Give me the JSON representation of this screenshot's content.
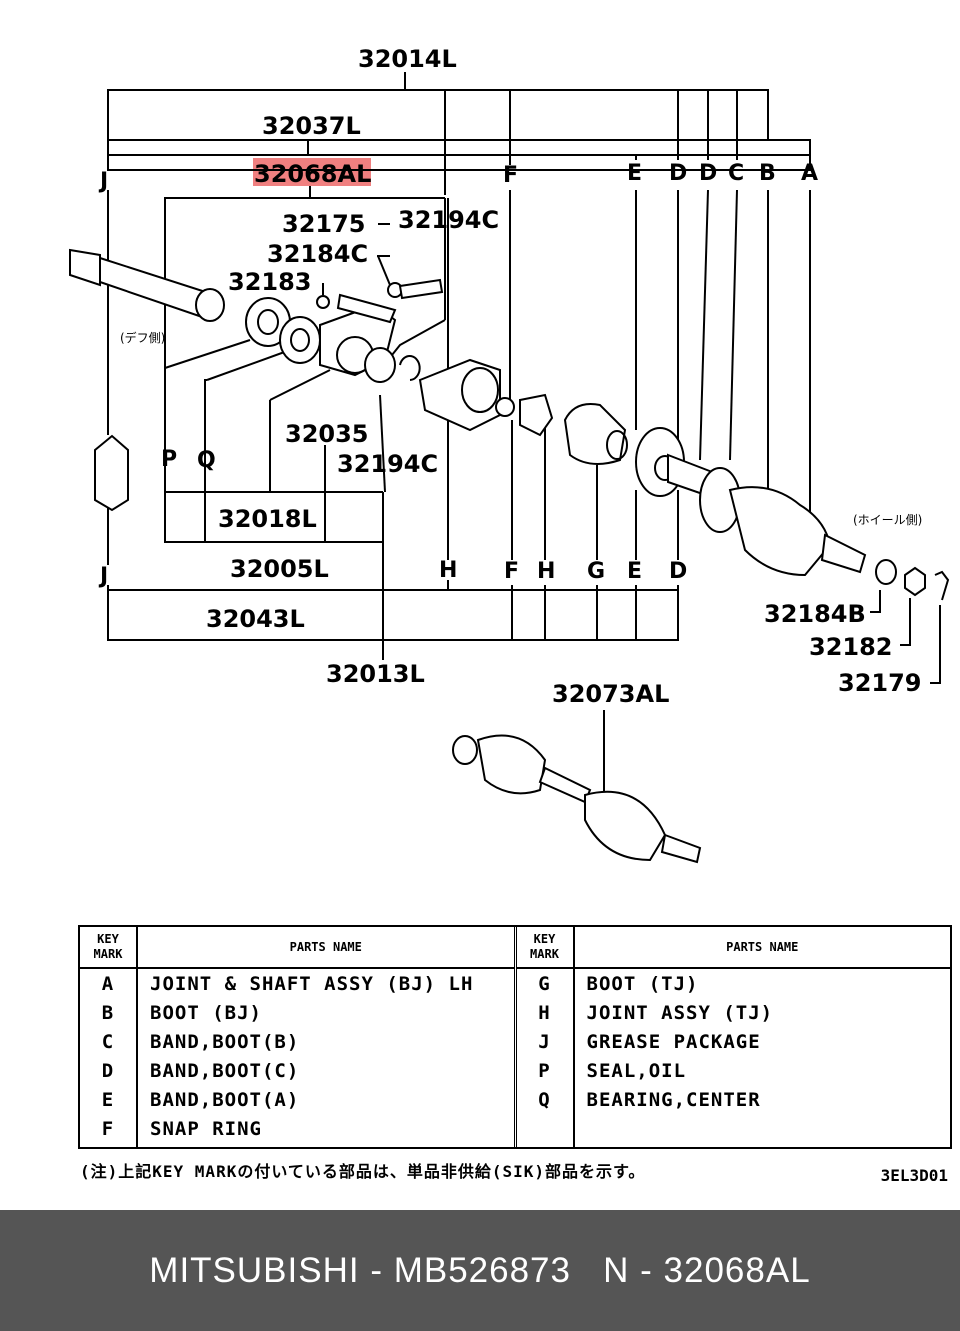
{
  "diagram": {
    "highlight_color": "#f08080",
    "labels": {
      "p32014L": "32014L",
      "p32037L": "32037L",
      "p32068AL": "32068AL",
      "p32175": "32175",
      "p32194C_top": "32194C",
      "p32184C": "32184C",
      "p32183": "32183",
      "p32035": "32035",
      "p32194C_mid": "32194C",
      "p32018L": "32018L",
      "p32005L": "32005L",
      "p32043L": "32043L",
      "p32013L": "32013L",
      "p32184B": "32184B",
      "p32182": "32182",
      "p32179": "32179",
      "p32073AL": "32073AL",
      "diff_side": "(デフ側)",
      "wheel_side": "(ホイール側)"
    },
    "letters_top": [
      "J",
      "F",
      "E",
      "D",
      "D",
      "C",
      "B",
      "A"
    ],
    "letters_left": [
      "P",
      "Q"
    ],
    "letters_bottom": [
      "J",
      "H",
      "F",
      "H",
      "G",
      "E",
      "D"
    ]
  },
  "legend": {
    "key_header": [
      "KEY",
      "MARK"
    ],
    "name_header": "PARTS NAME",
    "left": [
      {
        "key": "A",
        "name": "JOINT & SHAFT ASSY (BJ) LH"
      },
      {
        "key": "B",
        "name": "BOOT (BJ)"
      },
      {
        "key": "C",
        "name": "BAND,BOOT(B)"
      },
      {
        "key": "D",
        "name": "BAND,BOOT(C)"
      },
      {
        "key": "E",
        "name": "BAND,BOOT(A)"
      },
      {
        "key": "F",
        "name": "SNAP RING"
      }
    ],
    "right": [
      {
        "key": "G",
        "name": "BOOT (TJ)"
      },
      {
        "key": "H",
        "name": "JOINT ASSY (TJ)"
      },
      {
        "key": "J",
        "name": "GREASE PACKAGE"
      },
      {
        "key": "P",
        "name": "SEAL,OIL"
      },
      {
        "key": "Q",
        "name": "BEARING,CENTER"
      }
    ]
  },
  "note": "(注)上記KEY MARKの付いている部品は、単品非供給(SIK)部品を示す。",
  "diagram_code": "3EL3D01",
  "footer": {
    "text": "MITSUBISHI - MB526873   N - 32068AL"
  }
}
